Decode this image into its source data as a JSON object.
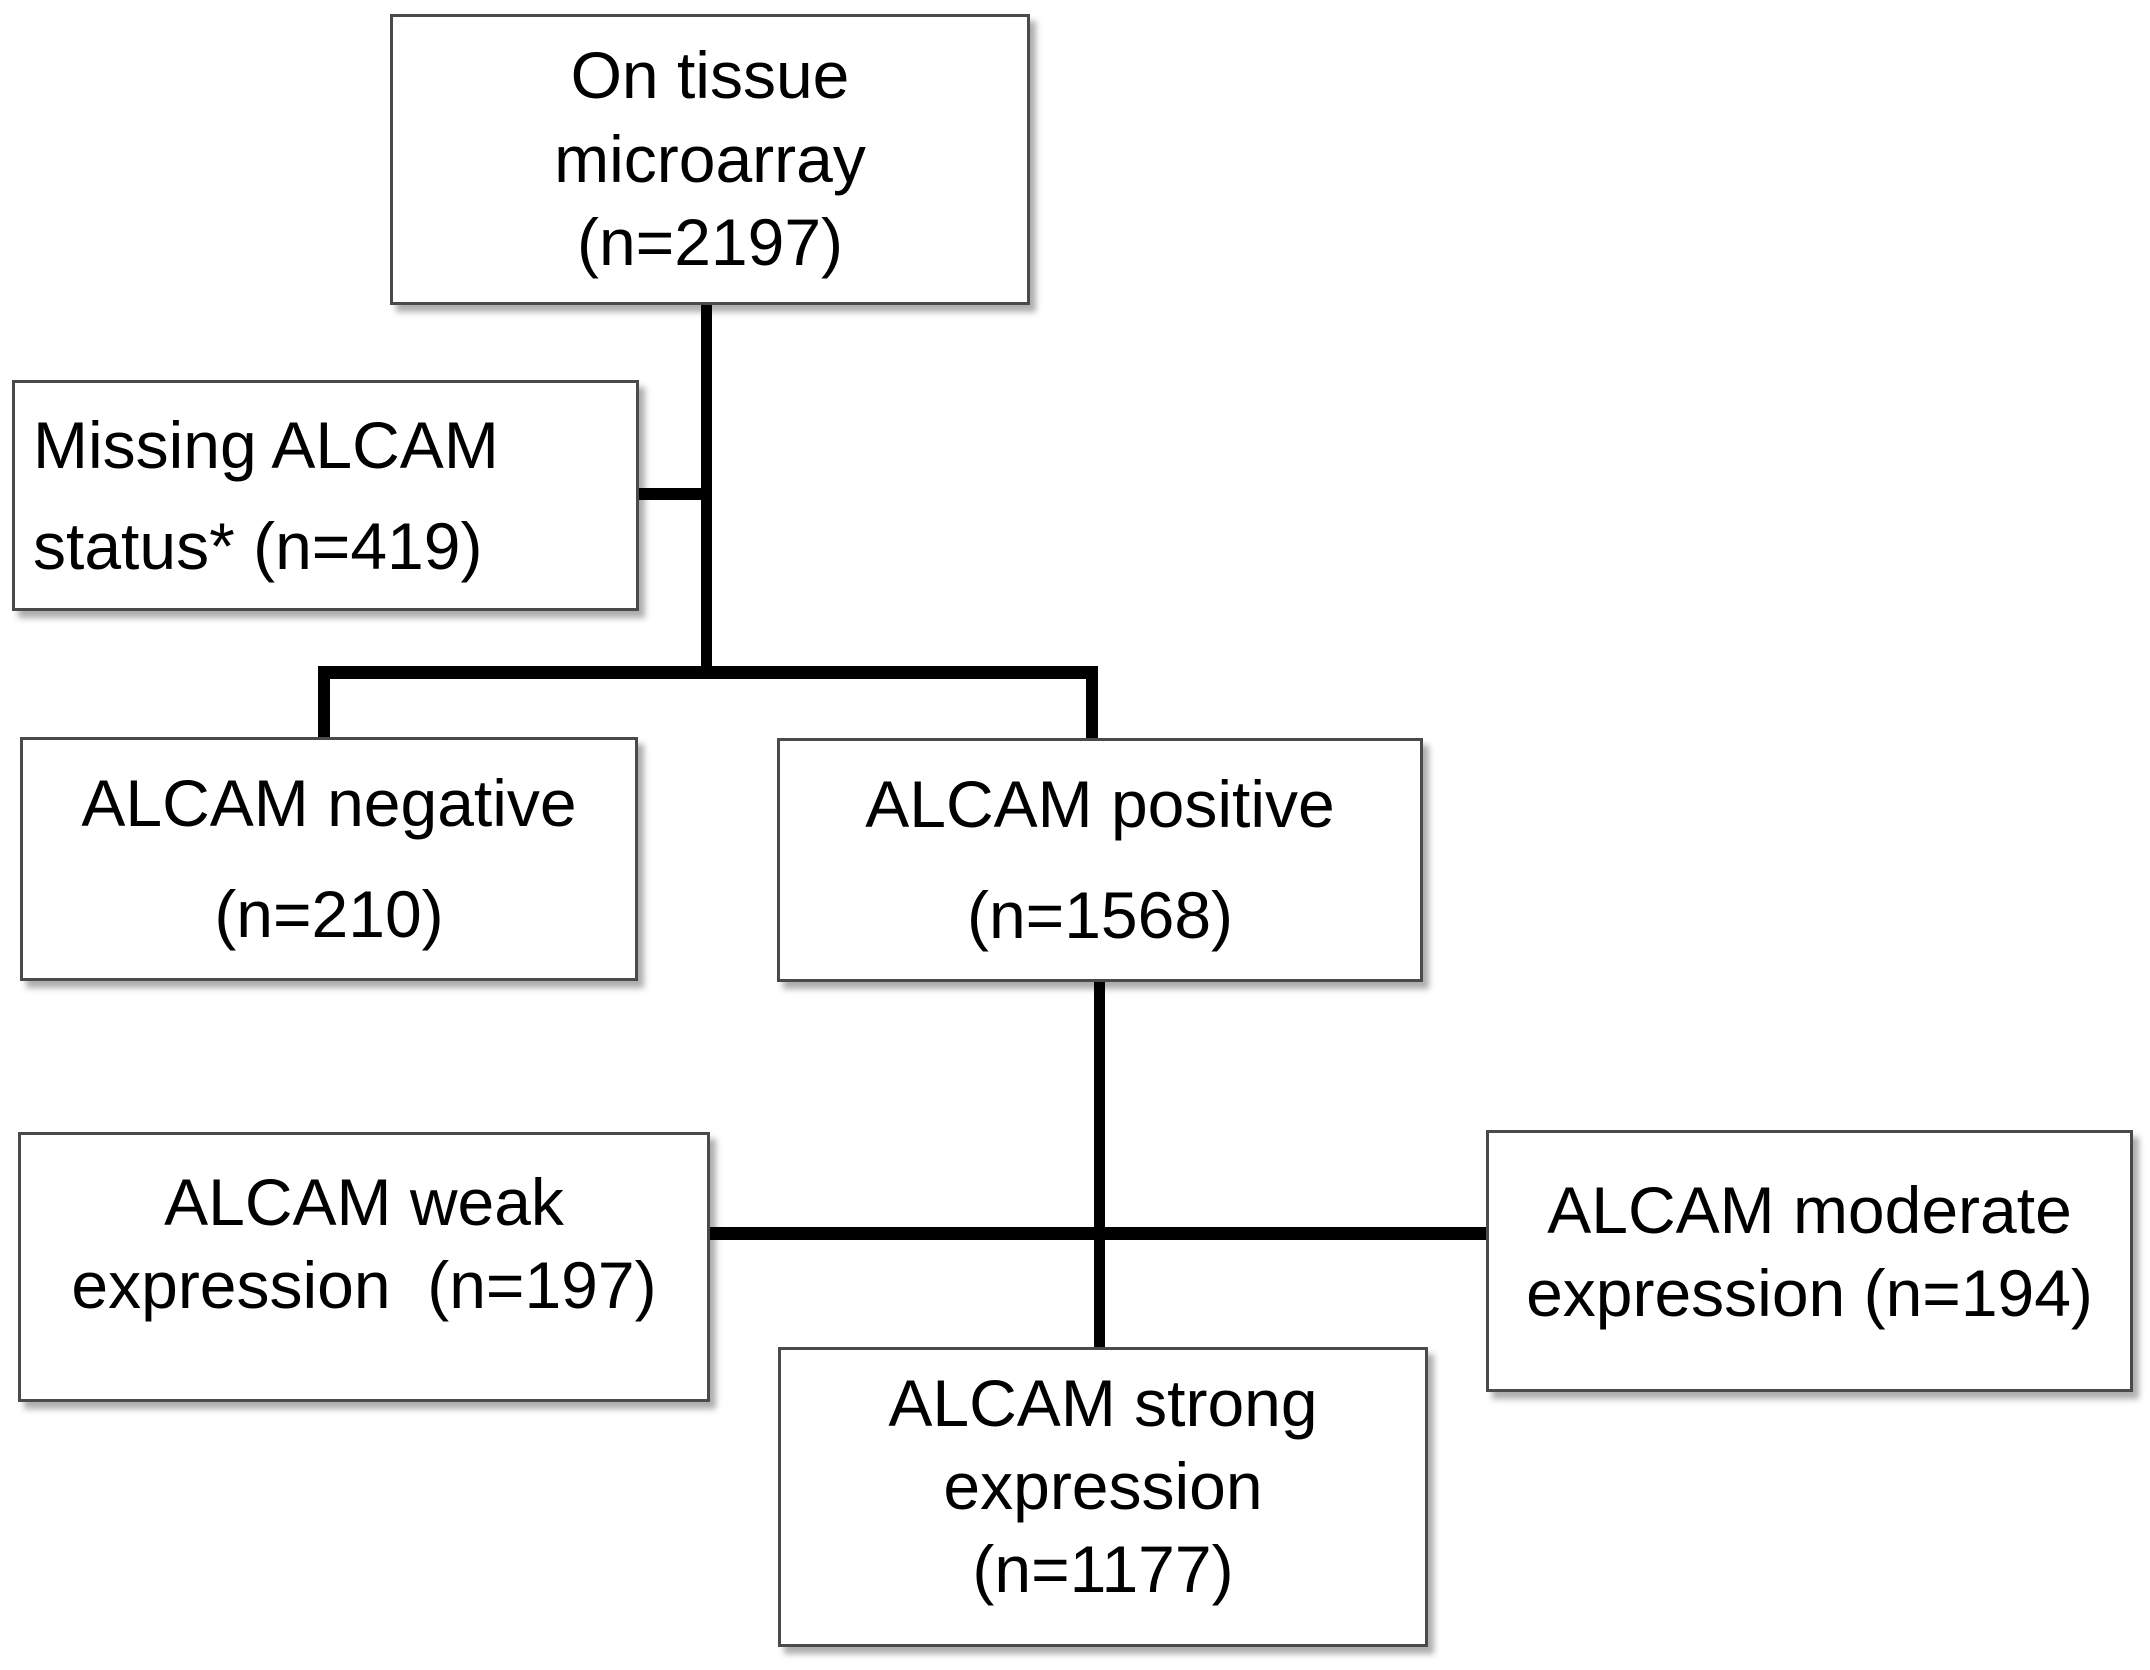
{
  "colors": {
    "background": "#ffffff",
    "connector_line": "#000000",
    "box_fill": "#ffffff",
    "box_border": "#4a4a4a",
    "text": "#000000"
  },
  "nodes": {
    "tma": {
      "label": "On tissue microarray",
      "n": 2197,
      "lines": [
        "On tissue",
        "microarray",
        "(n=2197)"
      ]
    },
    "missing": {
      "label": "Missing ALCAM status*",
      "n": 419,
      "lines": [
        "Missing ALCAM",
        "status* (n=419)"
      ]
    },
    "negative": {
      "label": "ALCAM negative",
      "n": 210,
      "lines": [
        "ALCAM negative",
        "(n=210)"
      ]
    },
    "positive": {
      "label": "ALCAM positive",
      "n": 1568,
      "lines": [
        "ALCAM positive",
        "(n=1568)"
      ]
    },
    "weak": {
      "label": "ALCAM weak expression",
      "n": 197,
      "lines": [
        "ALCAM weak",
        "expression  (n=197)"
      ]
    },
    "moderate": {
      "label": "ALCAM moderate expression",
      "n": 194,
      "lines": [
        "ALCAM moderate",
        "expression (n=194)"
      ]
    },
    "strong": {
      "label": "ALCAM strong expression",
      "n": 1177,
      "lines": [
        "ALCAM strong",
        "expression",
        "(n=1177)"
      ]
    }
  },
  "edges": [
    {
      "from": "tma",
      "to": "missing",
      "meaning": "excluded"
    },
    {
      "from": "tma",
      "to": "negative"
    },
    {
      "from": "tma",
      "to": "positive"
    },
    {
      "from": "positive",
      "to": "weak"
    },
    {
      "from": "positive",
      "to": "moderate"
    },
    {
      "from": "positive",
      "to": "strong"
    }
  ]
}
